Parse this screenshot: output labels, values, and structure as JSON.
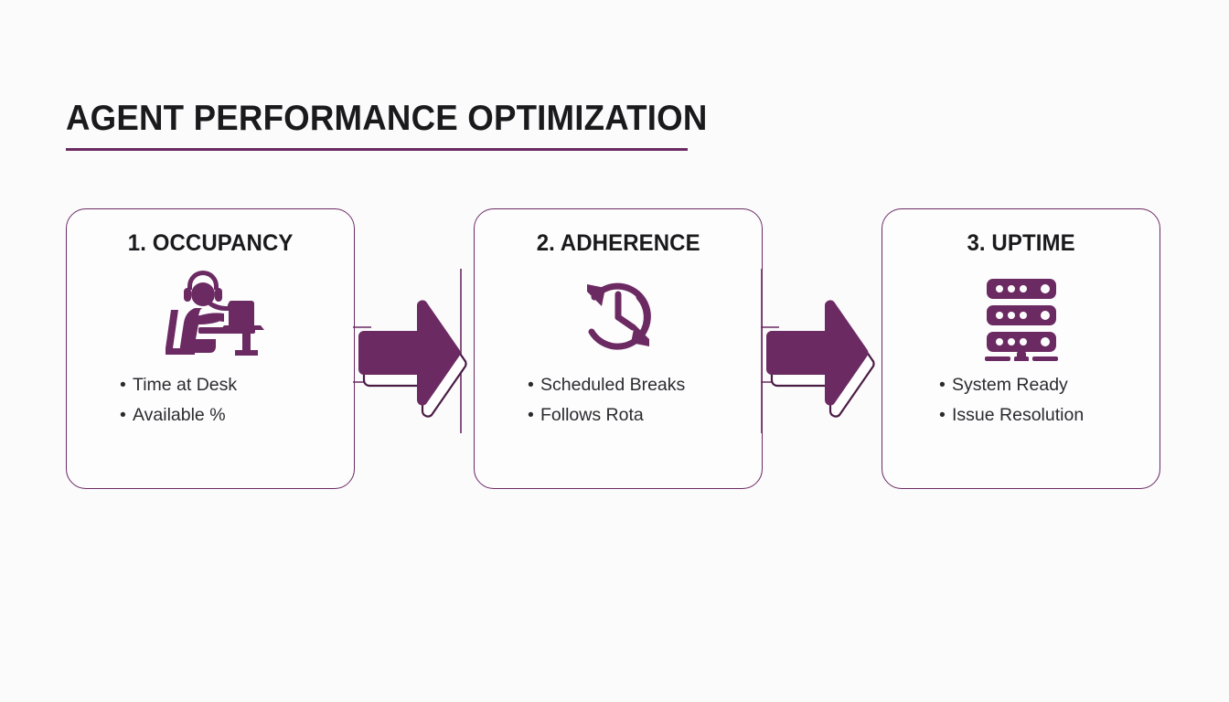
{
  "slide": {
    "title": "AGENT PERFORMANCE OPTIMIZATION",
    "background_color": "#fbfbfc",
    "accent_color": "#6b2a62",
    "text_color": "#1a1a1c"
  },
  "cards": [
    {
      "title": "1. OCCUPANCY",
      "icon": "agent-at-desk-icon",
      "bullets": [
        "Time at Desk",
        "Available %"
      ]
    },
    {
      "title": "2. ADHERENCE",
      "icon": "clock-refresh-icon",
      "bullets": [
        "Scheduled Breaks",
        "Follows Rota"
      ]
    },
    {
      "title": "3. UPTIME",
      "icon": "server-rack-icon",
      "bullets": [
        "System Ready",
        "Issue Resolution"
      ]
    }
  ],
  "connectors": [
    {
      "name": "arrow-1-to-2",
      "direction": "right"
    },
    {
      "name": "arrow-2-to-3",
      "direction": "right"
    }
  ],
  "bullet_glyph": "•"
}
